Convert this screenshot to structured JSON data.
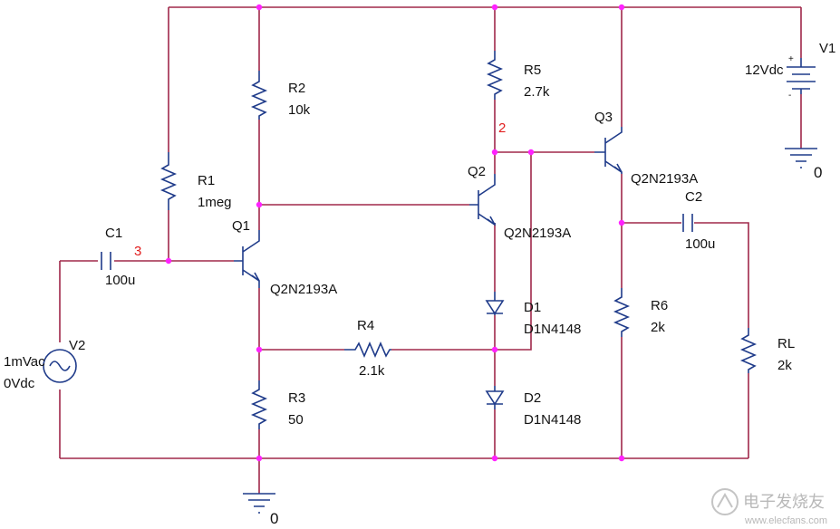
{
  "components": {
    "R1": {
      "ref": "R1",
      "value": "1meg"
    },
    "R2": {
      "ref": "R2",
      "value": "10k"
    },
    "R3": {
      "ref": "R3",
      "value": "50"
    },
    "R4": {
      "ref": "R4",
      "value": "2.1k"
    },
    "R5": {
      "ref": "R5",
      "value": "2.7k"
    },
    "R6": {
      "ref": "R6",
      "value": "2k"
    },
    "RL": {
      "ref": "RL",
      "value": "2k"
    },
    "C1": {
      "ref": "C1",
      "value": "100u"
    },
    "C2": {
      "ref": "C2",
      "value": "100u"
    },
    "Q1": {
      "ref": "Q1",
      "model": "Q2N2193A"
    },
    "Q2": {
      "ref": "Q2",
      "model": "Q2N2193A"
    },
    "Q3": {
      "ref": "Q3",
      "model": "Q2N2193A"
    },
    "D1": {
      "ref": "D1",
      "model": "D1N4148"
    },
    "D2": {
      "ref": "D2",
      "model": "D1N4148"
    },
    "V1": {
      "ref": "V1",
      "value": "12Vdc",
      "plus": "+",
      "minus": "-"
    },
    "V2": {
      "ref": "V2",
      "ac": "1mVac",
      "dc": "0Vdc"
    }
  },
  "nodes": {
    "n2": "2",
    "n3": "3"
  },
  "ground": {
    "label": "0"
  },
  "watermark": {
    "text": "电子发烧友",
    "site": "www.elecfans.com"
  },
  "colors": {
    "wire": "#a0284a",
    "component": "#1f3b8a",
    "junction": "#ff22ff",
    "node_label": "#e11d1d"
  }
}
